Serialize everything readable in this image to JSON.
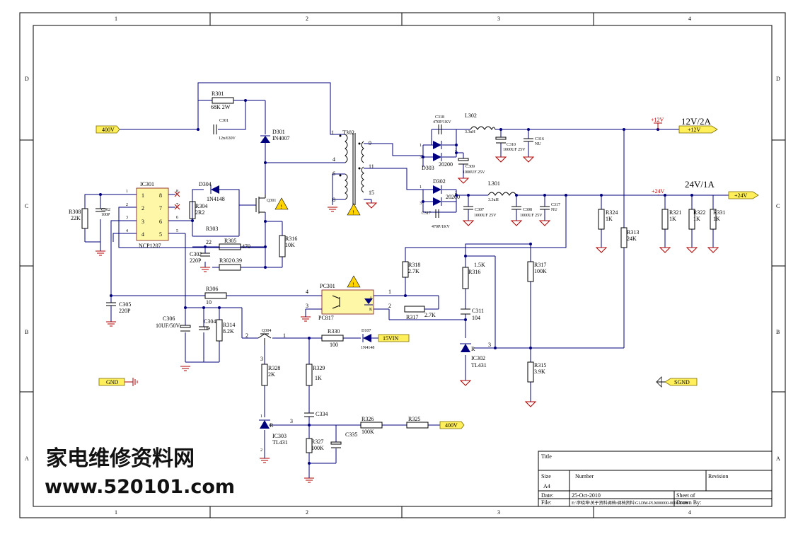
{
  "frame": {
    "col_labels": [
      "1",
      "2",
      "3",
      "4"
    ],
    "row_labels": [
      "D",
      "C",
      "B",
      "A"
    ]
  },
  "outputs": {
    "out12_title": "12V/2A",
    "out24_title": "24V/1A",
    "rail12": "+12V",
    "rail24": "+24V"
  },
  "ports": {
    "in400": "400V",
    "in400b": "400V",
    "out12": "+12V",
    "out24": "+24V",
    "v15": "15VIN",
    "gnd": "GND",
    "sgnd": "SGND"
  },
  "parts": {
    "r301": "R301",
    "r301v": "68K 2W",
    "c301": "C301",
    "c301v": "12n/630V",
    "d301": "D301",
    "d301v": "IN4007",
    "t302": "T302",
    "ic301": "IC301",
    "ic301v": "NCP1207",
    "r308": "R308",
    "r308v": "22K",
    "c302a": "C302",
    "c302av": "100P",
    "d304": "D304",
    "d304v": "1N4148",
    "r304": "R304",
    "r304v": "2R2",
    "q301": "Q301",
    "r303": "R303",
    "r303v": "22",
    "r305": "R305",
    "r305v": "470",
    "r316a": "R316",
    "r316av": "10K",
    "c302b": "C302",
    "c302bv": "220P",
    "r302": "R302",
    "r302v": "0.39",
    "c318": "C318",
    "c318v": "470P/1KV",
    "l302": "L302",
    "l302v": "3.3uH",
    "c310": "C310",
    "c310v": "1000UF 25V",
    "c316": "C316",
    "c316v": "NU",
    "d303": "D303",
    "d303v": "20200",
    "c309": "C309",
    "c309v": "1000UF 25V",
    "d302": "D302",
    "d302v": "20200",
    "l301": "L301",
    "l301v": "3.3uH",
    "c317": "C317",
    "c317v": "470P/1KV",
    "c307": "C307",
    "c307v": "1000UF 25V",
    "c308": "C308",
    "c308v": "1000UF 25V",
    "c317b": "C317",
    "c317bv": "NU",
    "r324": "R324",
    "r324v": "1K",
    "r321": "R321",
    "r321v": "1K",
    "r322": "R322",
    "r322v": "1K",
    "r331": "R331",
    "r331v": "1K",
    "r313": "R313",
    "r313v": "24K",
    "r318": "R318",
    "r318v": "2.7K",
    "r316b": "R316",
    "r316bv": "1.5K",
    "r317a": "R317",
    "r317av": "100K",
    "c305": "C305",
    "c305v": "220P",
    "r306": "R306",
    "r306v": "10",
    "pc301": "PC301",
    "pc301v": "PC817",
    "r317b": "R317",
    "r317bv": "2.7K",
    "c311": "C311",
    "c311v": "104",
    "c306": "C306",
    "c306v": "10UF/50V",
    "c304": "C304",
    "c304v": "104",
    "r314": "R314",
    "r314v": "8.2K",
    "q304": "Q304",
    "r330": "R330",
    "r330v": "100",
    "d107": "D107",
    "d107v": "1N4148",
    "ic302": "IC302",
    "ic302v": "TL431",
    "r315": "R315",
    "r315v": "3.9K",
    "r328": "R328",
    "r328v": "2K",
    "r329": "R329",
    "r329v": "1K",
    "c334": "C334",
    "r326": "R326",
    "r326v": "100K",
    "r325": "R325",
    "c335": "C335",
    "r327": "R327",
    "r327v": "100K",
    "ic303": "IC303",
    "ic303v": "TL431"
  },
  "titleblock": {
    "title": "Title",
    "size_label": "Size",
    "size": "A4",
    "number_label": "Number",
    "revision_label": "Revision",
    "date_label": "Date:",
    "date": "25-Oct-2010",
    "sheet_label": "Sheet   of",
    "file_label": "File:",
    "file": "E:\\李晓坤\\关于资料调档\\调档资料\\GLDM-PLM00000-0000.DDB",
    "drawn_label": "Drawn By:"
  },
  "watermark": {
    "cn": "家电维修资料网",
    "url": "www.520101.com"
  }
}
